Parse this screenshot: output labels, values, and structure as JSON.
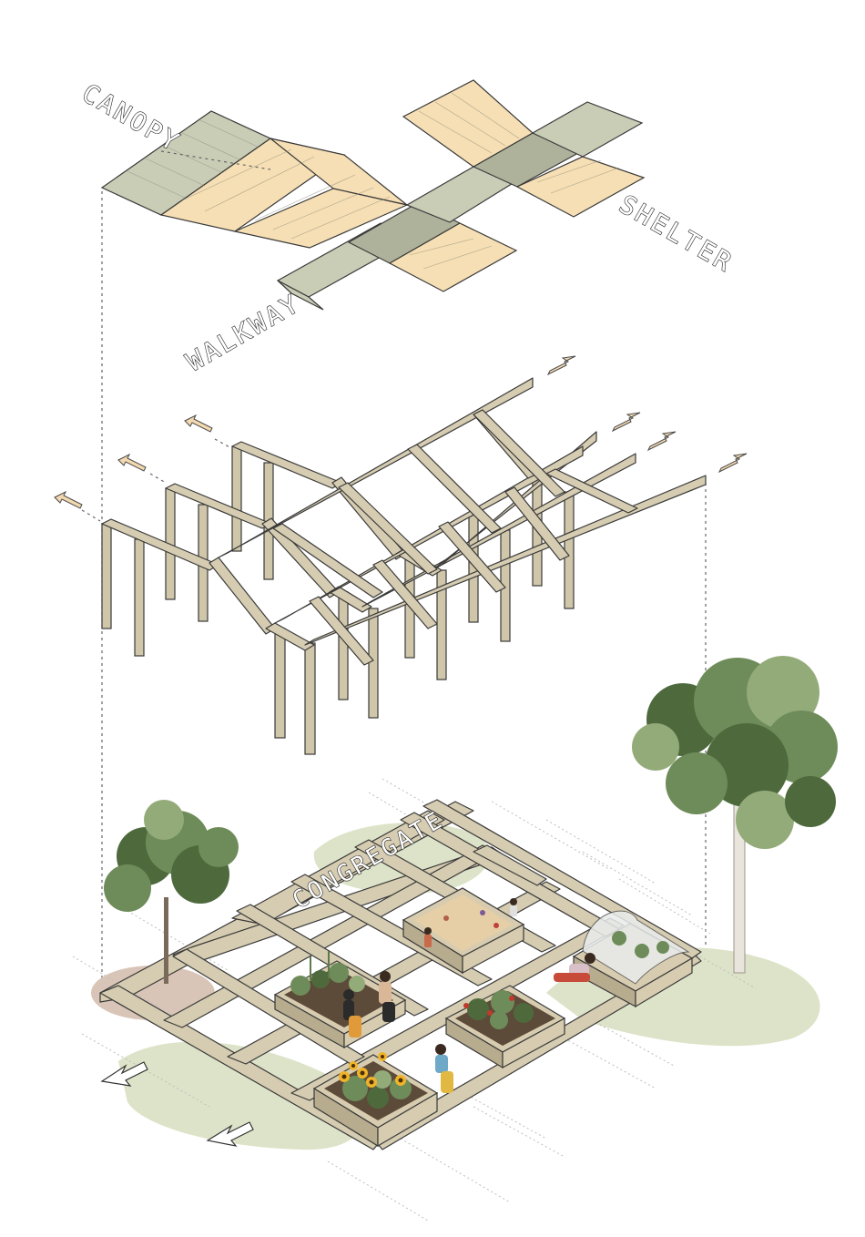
{
  "labels": {
    "canopy": "CANOPY",
    "shelter": "SHELTER",
    "walkway": "WALKWAY",
    "congregate": "CONGREGATE"
  },
  "colors": {
    "canopy_green": "#c9cdb6",
    "canopy_tan": "#f6dfb4",
    "timber": "#d5ccb1",
    "ground_green": "#dde3c8",
    "tree_green": "#6e8c5a",
    "soil": "#5d4b3a"
  },
  "icons": [
    "arrow-icon",
    "tree-icon",
    "person-icon",
    "sunflower-icon",
    "greenhouse-icon"
  ]
}
